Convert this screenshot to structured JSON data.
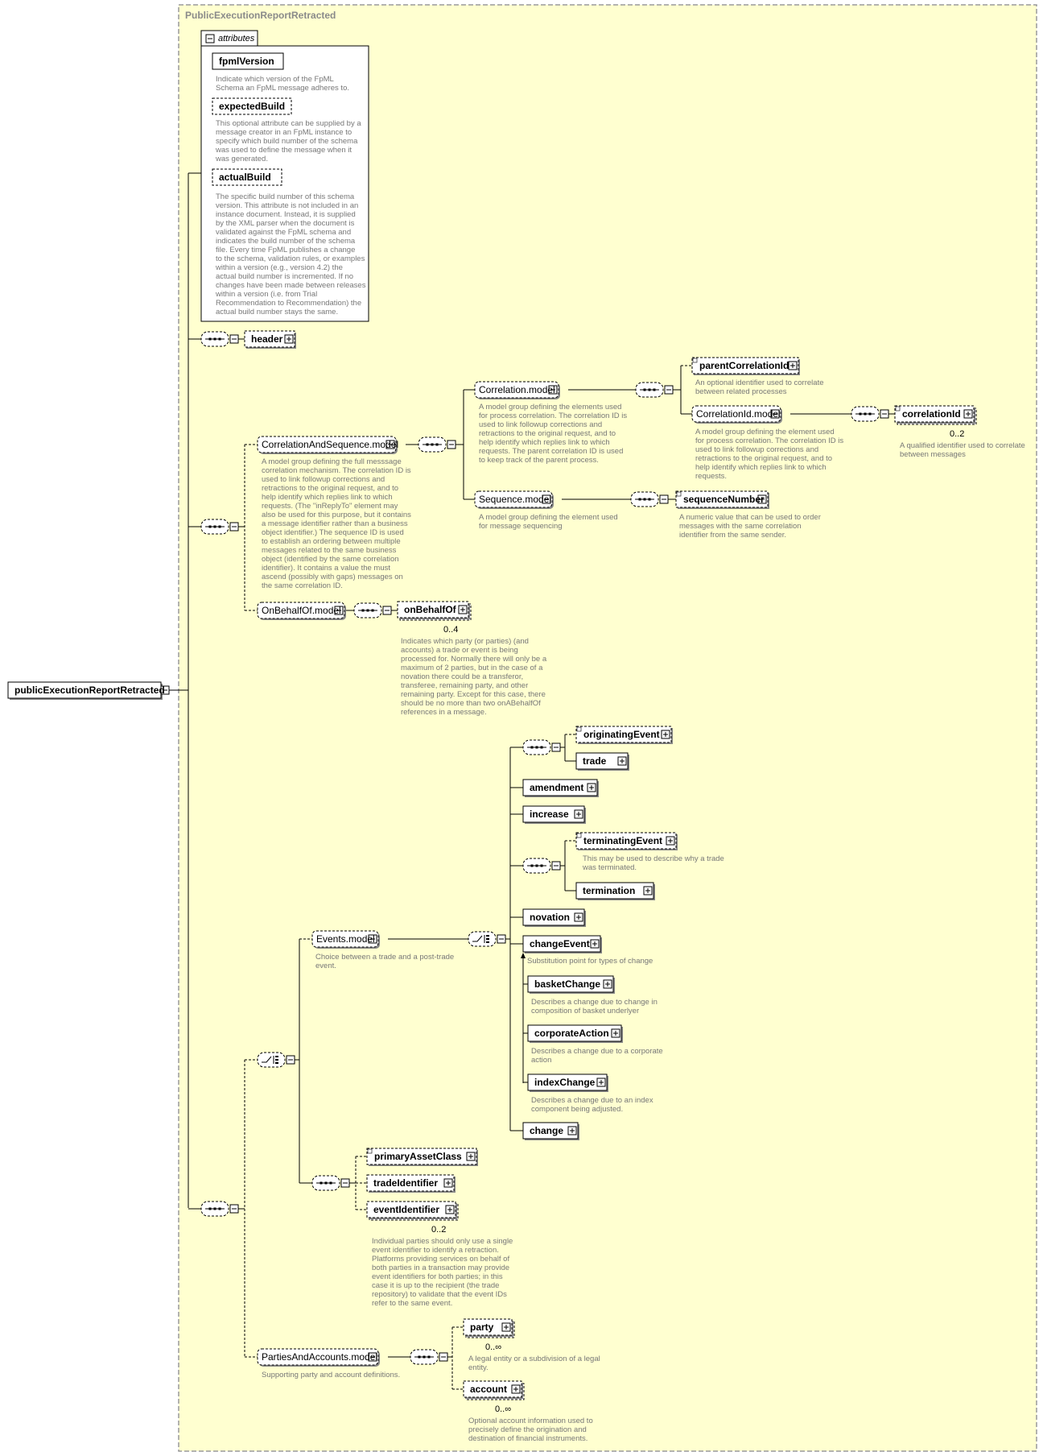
{
  "colors": {
    "canvas": "#ffffd0",
    "stroke": "#555555",
    "annotation": "#777777",
    "outer_border": "#9a9a9a"
  },
  "outer_title": "PublicExecutionReportRetracted",
  "root_element": "publicExecutionReportRetracted",
  "attributes_panel": {
    "title": "attributes",
    "items": [
      {
        "name": "fpmlVersion",
        "required": true,
        "doc": "Indicate which version of the FpML\nSchema an FpML message adheres to."
      },
      {
        "name": "expectedBuild",
        "required": false,
        "doc": "This optional attribute can be supplied by a\nmessage creator in an FpML instance to\nspecify which build number of the schema\nwas used to define the message when it\nwas generated."
      },
      {
        "name": "actualBuild",
        "required": false,
        "doc": "The specific build number of this schema\nversion. This attribute is not included in an\ninstance document. Instead, it is supplied\nby the XML parser when the document is\nvalidated against the FpML schema and\nindicates the build number of the schema\nfile. Every time FpML publishes a change\nto the schema, validation rules, or examples\nwithin a version (e.g., version 4.2) the\nactual build number is incremented. If no\nchanges have been made between releases\nwithin a version (i.e. from Trial\nRecommendation to Recommendation) the\nactual build number stays the same."
      }
    ]
  },
  "header": {
    "name": "header"
  },
  "correlation_and_sequence": {
    "name": "CorrelationAndSequence.model",
    "doc": "A model group defining the full messsage\ncorrelation mechanism. The correlation ID is\nused to link followup corrections and\nretractions to the original request, and to\nhelp identify which replies link to which\nrequests. (The \"inReplyTo\" element may\nalso be used for this purpose, but it contains\na message identifier rather than a business\nobject identifier.) The sequence ID is used\nto establish an ordering between multiple\nmessages related to the same business\nobject (identified by the same correlation\nidentifier). It contains a value the must\nascend (possibly with gaps) messages on\nthe same correlation ID."
  },
  "correlation_model": {
    "name": "Correlation.model",
    "doc": "A model group defining the elements used\nfor process correlation. The correlation ID is\nused to link followup corrections and\nretractions to the original request, and to\nhelp identify which replies link to which\nrequests. The parent correlation ID is used\nto keep track of the parent process."
  },
  "parent_correlation_id": {
    "name": "parentCorrelationId",
    "doc": "An optional identifier used to correlate\nbetween related processes"
  },
  "correlation_id_model": {
    "name": "CorrelationId.model",
    "doc": "A model group defining the element used\nfor process correlation. The correlation ID is\nused to link followup corrections and\nretractions to the original request, and to\nhelp identify which replies link to which\nrequests."
  },
  "correlation_id": {
    "name": "correlationId",
    "occurs": "0..2",
    "doc": "A qualified identifier used to correlate\nbetween messages"
  },
  "sequence_model": {
    "name": "Sequence.model",
    "doc": "A model group defining the element used\nfor message sequencing"
  },
  "sequence_number": {
    "name": "sequenceNumber",
    "doc": "A numeric value that can be used to order\nmessages with the same correlation\nidentifier from the same sender."
  },
  "on_behalf_of_model": {
    "name": "OnBehalfOf.model"
  },
  "on_behalf_of": {
    "name": "onBehalfOf",
    "occurs": "0..4",
    "doc": "Indicates which party (or parties) (and\naccounts) a trade or event is being\nprocessed for. Normally there will only be a\nmaximum of 2 parties, but in the case of a\nnovation there could be a transferor,\ntransferee, remaining party, and other\nremaining party. Except for this case, there\nshould be no more than two onABehalfOf\nreferences in a message."
  },
  "events_model": {
    "name": "Events.model",
    "doc": "Choice between a trade and a post-trade\nevent."
  },
  "originating_event": {
    "name": "originatingEvent"
  },
  "trade": {
    "name": "trade"
  },
  "amendment": {
    "name": "amendment"
  },
  "increase": {
    "name": "increase"
  },
  "terminating_event": {
    "name": "terminatingEvent",
    "doc": "This may be used to describe why a trade\nwas terminated."
  },
  "termination": {
    "name": "termination"
  },
  "novation": {
    "name": "novation"
  },
  "change_event": {
    "name": "changeEvent",
    "doc": "Substitution point for types of change"
  },
  "basket_change": {
    "name": "basketChange",
    "doc": "Describes a change due to change in\ncomposition of basket underlyer"
  },
  "corporate_action": {
    "name": "corporateAction",
    "doc": "Describes a change due to a corporate\naction"
  },
  "index_change": {
    "name": "indexChange",
    "doc": "Describes a change due to an index\ncomponent being adjusted."
  },
  "change": {
    "name": "change"
  },
  "primary_asset_class": {
    "name": "primaryAssetClass"
  },
  "trade_identifier": {
    "name": "tradeIdentifier"
  },
  "event_identifier": {
    "name": "eventIdentifier",
    "occurs": "0..2",
    "doc": "Individual parties should only use a single\nevent identifier to identify a retraction.\nPlatforms providing services on behalf of\nboth parties in a transaction may provide\nevent identifiers for both parties; in this\ncase it is up to the recipient (the trade\nrepository) to validate that the event IDs\nrefer to the same event."
  },
  "parties_and_accounts_model": {
    "name": "PartiesAndAccounts.model",
    "doc": "Supporting party and account definitions."
  },
  "party": {
    "name": "party",
    "occurs": "0..∞",
    "doc": "A legal entity or a subdivision of a legal\nentity."
  },
  "account": {
    "name": "account",
    "occurs": "0..∞",
    "doc": "Optional account information used to\nprecisely define the origination and\ndestination of financial instruments."
  }
}
